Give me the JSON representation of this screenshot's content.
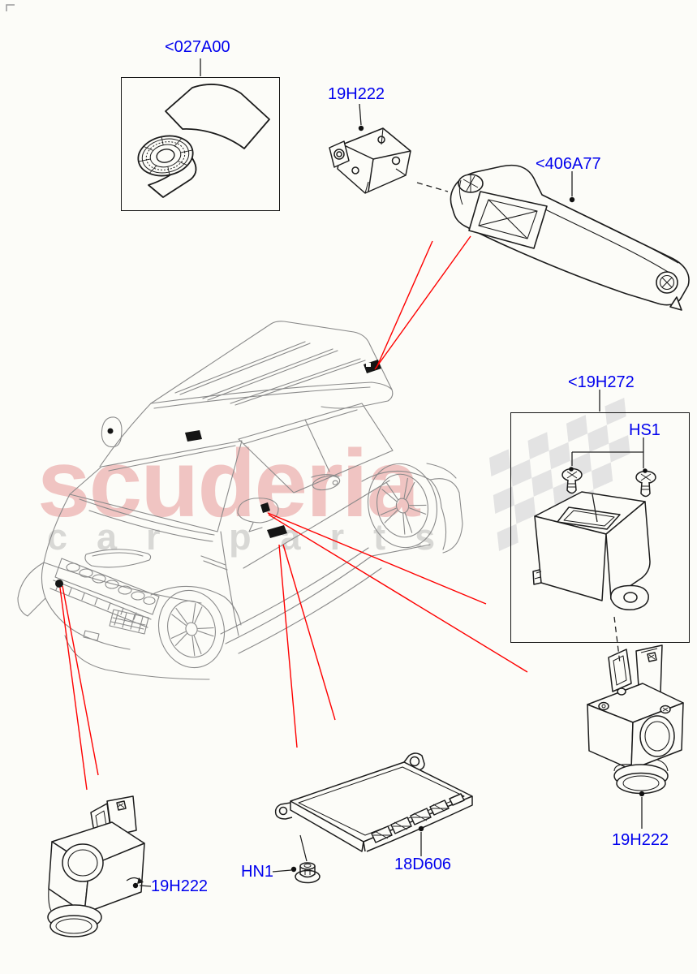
{
  "watermark": {
    "brand": "scuderia",
    "tagline": "car parts"
  },
  "parts": {
    "adhesive_tape_kit": {
      "label": "<027A00"
    },
    "camera_rear_top": {
      "label": "19H222"
    },
    "rear_camera_bracket": {
      "label": "<406A77"
    },
    "camera_cover_kit": {
      "label": "<19H272"
    },
    "cover_screws": {
      "label": "HS1"
    },
    "camera_rear_lower": {
      "label": "19H222"
    },
    "camera_module": {
      "label": "18D606"
    },
    "module_nut": {
      "label": "HN1"
    },
    "camera_front": {
      "label": "19H222"
    }
  },
  "colors": {
    "part_label": "#0000ee",
    "leader_line_red": "#fe0000",
    "part_line_art": "#1c1c1c",
    "vehicle_line_art": "#8a8a8a",
    "watermark_brand": "#f0bcbc",
    "watermark_tagline": "#d7d7d7",
    "checker_flag": "#e3e3e3"
  }
}
